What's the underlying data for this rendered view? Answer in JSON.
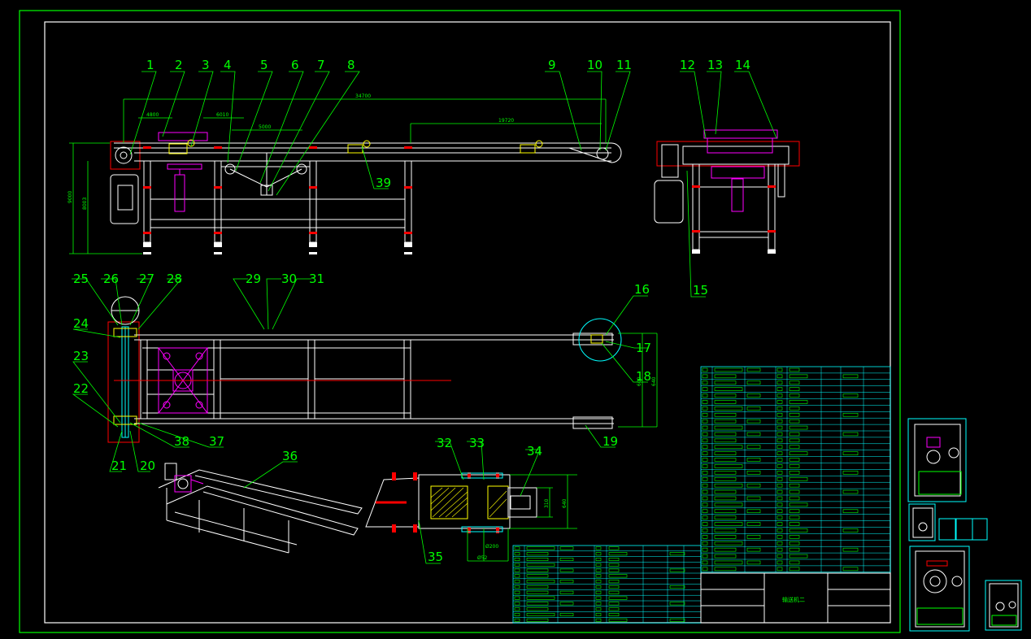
{
  "drawing": {
    "callouts": [
      "1",
      "2",
      "3",
      "4",
      "5",
      "6",
      "7",
      "8",
      "9",
      "10",
      "11",
      "12",
      "13",
      "14",
      "15",
      "16",
      "17",
      "18",
      "19",
      "20",
      "21",
      "22",
      "23",
      "24",
      "25",
      "26",
      "27",
      "28",
      "29",
      "30",
      "31",
      "32",
      "33",
      "34",
      "35",
      "36",
      "37",
      "38",
      "39"
    ],
    "dimensions": {
      "overall_length": "34700",
      "length_2": "19720",
      "d_4800": "4800",
      "d_6010": "6010",
      "d_5000": "5000",
      "height_9000": "9000",
      "height_8003": "8003",
      "width_600": "600",
      "width_640": "640",
      "bore_310": "310",
      "bore_640": "640",
      "dia_200": "Ø200",
      "dia_52": "Ø52"
    },
    "title_block": {
      "drawing_name": "输送机二"
    }
  },
  "colors": {
    "frame": "#00ff00",
    "structure": "#ffffff",
    "parts": "#ff00ff",
    "section_lines": "#ffff00",
    "datum": "#ff0000",
    "shaft": "#00ffff"
  }
}
